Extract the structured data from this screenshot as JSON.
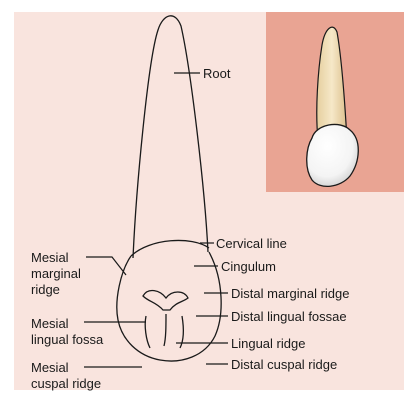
{
  "labels": {
    "root": "Root",
    "cervical_line": "Cervical line",
    "cingulum": "Cingulum",
    "distal_marginal_ridge": "Distal marginal ridge",
    "distal_lingual_fossae": "Distal lingual fossae",
    "lingual_ridge": "Lingual ridge",
    "distal_cuspal_ridge": "Distal cuspal ridge",
    "mesial_marginal_ridge": [
      "Mesial",
      "marginal",
      "ridge"
    ],
    "mesial_lingual_fossa": [
      "Mesial",
      "lingual fossa"
    ],
    "mesial_cuspal_ridge": [
      "Mesial",
      "cuspal ridge"
    ]
  },
  "colors": {
    "panel_background": "#f9e4de",
    "inset_background": "#e9a493",
    "outline": "#1a1a1a",
    "root_fill": "#f2e0bd",
    "crown_fill": "#ffffff"
  }
}
